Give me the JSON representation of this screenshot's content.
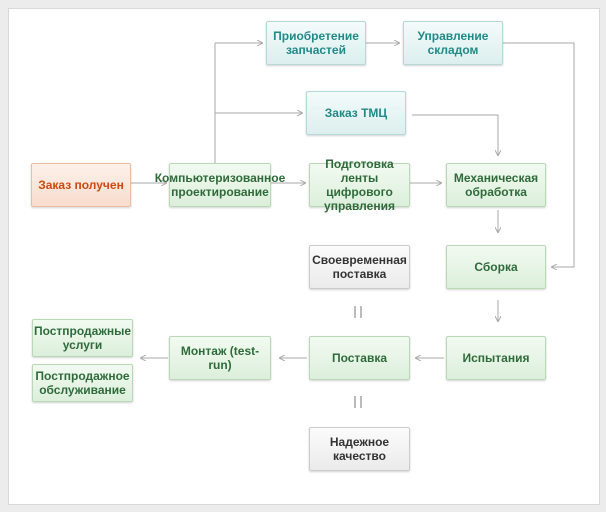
{
  "nodes": {
    "order_received": "Заказ получен",
    "cad": "Компьютеризованное проектирование",
    "parts_purchase": "Приобретение запчастей",
    "warehouse": "Управление складом",
    "materials_order": "Заказ ТМЦ",
    "nc_tape": "Подготовка ленты цифрового управления",
    "machining": "Механическая обработка",
    "assembly": "Сборка",
    "testing": "Испытания",
    "delivery": "Поставка",
    "montage": "Монтаж (test-run)",
    "after_sales_services": "Постпродажные услуги",
    "after_sales_maintenance": "Постпродажное обслуживание",
    "timely_delivery": "Своевременная поставка",
    "reliable_quality": "Надежное качество"
  },
  "colors": {
    "green_text": "#2f6b3a",
    "teal_text": "#1f8a86",
    "orange_text": "#cc4a0e",
    "gray_text": "#333333",
    "connector": "#aaaaaa"
  }
}
